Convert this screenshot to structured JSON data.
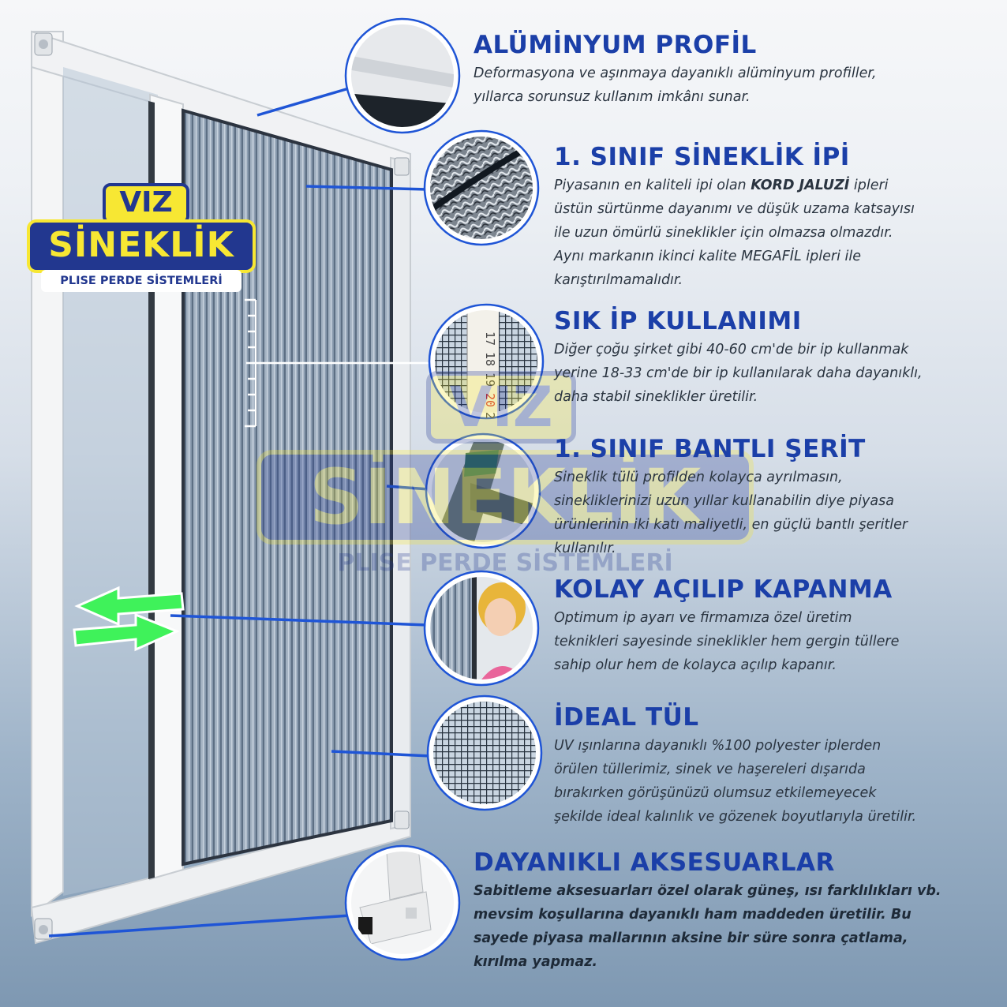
{
  "brand": {
    "viz": "VIZ",
    "name": "SİNEKLİK",
    "tagline": "PLISE PERDE SİSTEMLERİ"
  },
  "watermark": {
    "viz": "VIZ",
    "name": "SİNEKLİK",
    "tagline": "PLISE PERDE SİSTEMLERİ"
  },
  "ruler": {
    "marks": [
      "17",
      "18",
      "19",
      "20",
      "2"
    ]
  },
  "features": [
    {
      "title": "ALÜMİNYUM PROFİL",
      "lines": [
        "Deformasyona ve aşınmaya dayanıklı alüminyum profiller,",
        "yıllarca sorunsuz kullanım imkânı sunar."
      ]
    },
    {
      "title": "1. SINIF SİNEKLİK İPİ",
      "line1_pre": "Piyasanın en kaliteli ipi olan ",
      "line1_bold": "KORD JALUZİ",
      "line1_post": " ipleri",
      "lines": [
        "üstün sürtünme dayanımı ve düşük uzama katsayısı",
        "ile uzun ömürlü sineklikler için olmazsa olmazdır.",
        "Aynı markanın ikinci kalite MEGAFİL ipleri ile",
        "karıştırılmamalıdır."
      ]
    },
    {
      "title": "SIK İP KULLANIMI",
      "lines": [
        "Diğer çoğu şirket gibi 40-60 cm'de bir ip kullanmak",
        "yerine 18-33 cm'de bir ip kullanılarak daha dayanıklı,",
        "daha stabil sineklikler üretilir."
      ]
    },
    {
      "title": "1. SINIF BANTLI ŞERİT",
      "lines": [
        "Sineklik tülü profilden kolayca ayrılmasın,",
        "sinekliklerinizi uzun yıllar kullanabilin diye piyasa",
        "ürünlerinin iki katı maliyetli, en güçlü bantlı şeritler",
        "kullanılır."
      ]
    },
    {
      "title": "KOLAY AÇILIP KAPANMA",
      "lines": [
        "Optimum ip ayarı ve firmamıza özel üretim",
        "teknikleri sayesinde sineklikler hem gergin tüllere",
        "sahip olur hem de kolayca açılıp kapanır."
      ]
    },
    {
      "title": "İDEAL TÜL",
      "lines": [
        "UV ışınlarına dayanıklı %100  polyester iplerden",
        "örülen tüllerimiz, sinek ve haşereleri dışarıda",
        "bırakırken görüşünüzü olumsuz etkilemeyecek",
        "şekilde ideal kalınlık ve gözenek boyutlarıyla üretilir."
      ]
    },
    {
      "title": "DAYANIKLI AKSESUARLAR",
      "lines": [
        "Sabitleme aksesuarları özel olarak güneş, ısı farklılıkları vb.",
        "mevsim koşullarına dayanıklı ham maddeden üretilir. Bu",
        "sayede piyasa mallarının aksine bir süre sonra çatlama,",
        "kırılma yapmaz."
      ]
    }
  ],
  "colors": {
    "title_blue": "#1b3fa8",
    "brand_yellow": "#f7e733",
    "brand_navy": "#22378f",
    "arrow_green": "#3ff25a",
    "connector_blue": "#1f55d6"
  }
}
